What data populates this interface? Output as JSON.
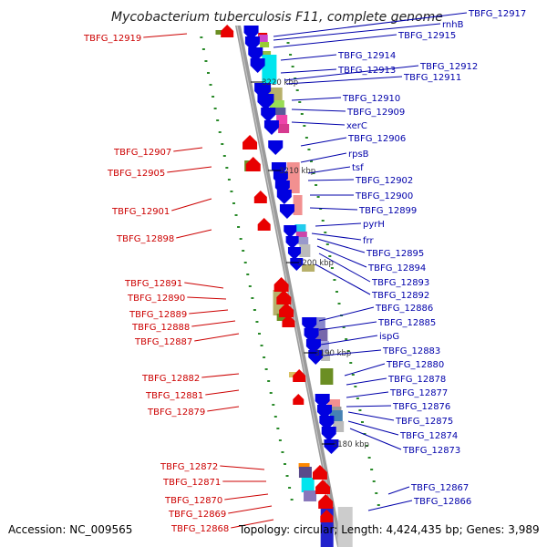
{
  "title": "Mycobacterium tuberculosis F11, complete genome",
  "footer": {
    "accession": "Accession: NC_009565",
    "topology": "Topology: circular; Length: 4,424,435 bp; Genes: 3,989"
  },
  "colors": {
    "forward": "#e80000",
    "reverse": "#0000e0",
    "backbone": "#999999",
    "label_forward": "#cc0000",
    "label_reverse": "#0000aa"
  },
  "ticks": [
    {
      "label": "3220 kbp"
    },
    {
      "label": "3210 kbp"
    },
    {
      "label": "3200 kbp"
    },
    {
      "label": "3190 kbp"
    },
    {
      "label": "3180 kbp"
    }
  ],
  "left_genes": [
    {
      "label": "TBFG_12919"
    },
    {
      "label": "TBFG_12907"
    },
    {
      "label": "TBFG_12905"
    },
    {
      "label": "TBFG_12901"
    },
    {
      "label": "TBFG_12898"
    },
    {
      "label": "TBFG_12891"
    },
    {
      "label": "TBFG_12890"
    },
    {
      "label": "TBFG_12889"
    },
    {
      "label": "TBFG_12888"
    },
    {
      "label": "TBFG_12887"
    },
    {
      "label": "TBFG_12882"
    },
    {
      "label": "TBFG_12881"
    },
    {
      "label": "TBFG_12879"
    },
    {
      "label": "TBFG_12872"
    },
    {
      "label": "TBFG_12871"
    },
    {
      "label": "TBFG_12870"
    },
    {
      "label": "TBFG_12869"
    },
    {
      "label": "TBFG_12868"
    }
  ],
  "right_genes": [
    {
      "label": "TBFG_12917"
    },
    {
      "label": "rnhB"
    },
    {
      "label": "TBFG_12915"
    },
    {
      "label": "TBFG_12914"
    },
    {
      "label": "TBFG_12913"
    },
    {
      "label": "TBFG_12912"
    },
    {
      "label": "TBFG_12911"
    },
    {
      "label": "TBFG_12910"
    },
    {
      "label": "TBFG_12909"
    },
    {
      "label": "xerC"
    },
    {
      "label": "TBFG_12906"
    },
    {
      "label": "rpsB"
    },
    {
      "label": "tsf"
    },
    {
      "label": "TBFG_12902"
    },
    {
      "label": "TBFG_12900"
    },
    {
      "label": "TBFG_12899"
    },
    {
      "label": "pyrH"
    },
    {
      "label": "frr"
    },
    {
      "label": "TBFG_12895"
    },
    {
      "label": "TBFG_12894"
    },
    {
      "label": "TBFG_12893"
    },
    {
      "label": "TBFG_12892"
    },
    {
      "label": "TBFG_12886"
    },
    {
      "label": "TBFG_12885"
    },
    {
      "label": "ispG"
    },
    {
      "label": "TBFG_12883"
    },
    {
      "label": "TBFG_12880"
    },
    {
      "label": "TBFG_12878"
    },
    {
      "label": "TBFG_12877"
    },
    {
      "label": "TBFG_12876"
    },
    {
      "label": "TBFG_12875"
    },
    {
      "label": "TBFG_12874"
    },
    {
      "label": "TBFG_12873"
    },
    {
      "label": "TBFG_12867"
    },
    {
      "label": "TBFG_12866"
    }
  ]
}
